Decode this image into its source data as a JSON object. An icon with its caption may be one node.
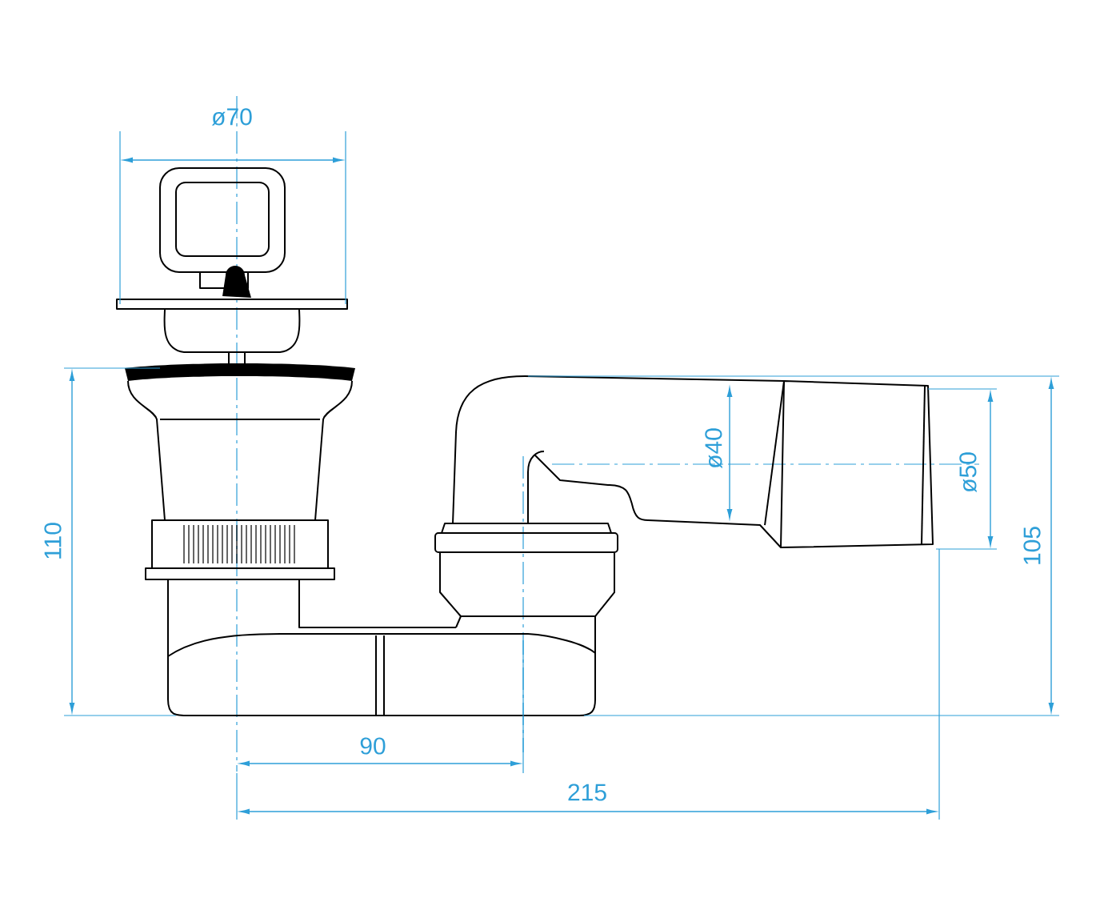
{
  "diagram": {
    "labels": [
      "ø70",
      "ø40",
      "ø50",
      "110",
      "105",
      "90",
      "215"
    ]
  }
}
